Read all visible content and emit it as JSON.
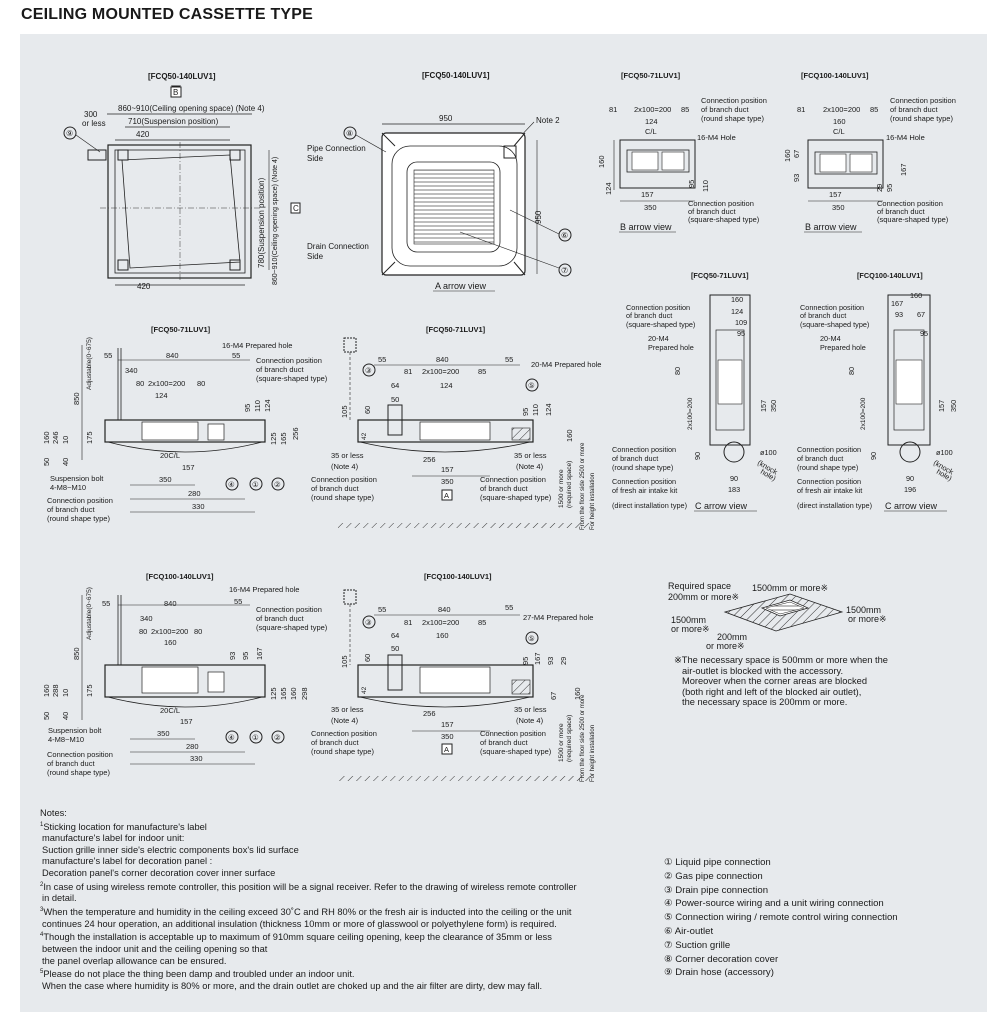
{
  "page_title": "CEILING MOUNTED CASSETTE TYPE",
  "models": {
    "top_left": "[FCQ50-140LUV1]",
    "top_mid": "[FCQ50-140LUV1]",
    "b_view_50": "[FCQ50-71LUV1]",
    "b_view_100": "[FCQ100-140LUV1]",
    "c_view_50": "[FCQ50-71LUV1]",
    "c_view_100": "[FCQ100-140LUV1]",
    "side_50_left": "[FCQ50-71LUV1]",
    "side_50_right": "[FCQ50-71LUV1]",
    "side_100_left": "[FCQ100-140LUV1]",
    "side_100_right": "[FCQ100-140LUV1]"
  },
  "plan": {
    "b_marker": "B",
    "c_marker": "C",
    "opening_space": "860~910(Ceiling opening space) (Note 4)",
    "opening_space_v": "860~910(Ceiling opening space) (Note 4)",
    "suspension_h": "710(Suspension position)",
    "suspension_v": "780(Suspension position)",
    "dim_300": "300",
    "or_less": "or less",
    "dim_420_top": "420",
    "dim_420_bottom": "420",
    "callout_9": "⑨"
  },
  "front": {
    "dim_950_h": "950",
    "dim_950_v": "950",
    "note2": "Note 2",
    "pipe_side_1": "Pipe Connection",
    "pipe_side_2": "Side",
    "drain_side_1": "Drain Connection",
    "drain_side_2": "Side",
    "callout_8": "⑧",
    "callout_6": "⑥",
    "callout_7": "⑦",
    "caption": "A arrow view"
  },
  "bview": {
    "d81": "81",
    "d2x100": "2x100=200",
    "d85": "85",
    "d124": "124",
    "d160": "160",
    "cl": "C/L",
    "hole": "16-M4 Hole",
    "d157": "157",
    "d350": "350",
    "d95": "95",
    "d110": "110",
    "d67": "67",
    "d93": "93",
    "d29": "29",
    "d167": "167",
    "round_1": "Connection position",
    "round_2": "of branch duct",
    "round_3": "(round shape type)",
    "sq_1": "Connection position",
    "sq_2": "of branch duct",
    "sq_3": "(square-shaped type)",
    "caption": "B arrow view"
  },
  "cview": {
    "sq_1": "Connection position",
    "sq_2": "of branch duct",
    "sq_3": "(square-shaped type)",
    "prep_1": "20-M4",
    "prep_2": "Prepared hole",
    "round_1": "Connection position",
    "round_2": "of branch duct",
    "round_3": "(round shape type)",
    "fresh_1": "Connection position",
    "fresh_2": "of fresh air intake kit",
    "fresh_3": "(direct installation type)",
    "knock_1": "ø100",
    "knock_2": "(knock",
    "knock_3": "hole)",
    "d160": "160",
    "d124": "124",
    "d109": "109",
    "d95": "95",
    "d167": "167",
    "d93": "93",
    "d67": "67",
    "d157": "157",
    "d350": "350",
    "d90": "90",
    "d183": "183",
    "d196": "196",
    "d80": "80",
    "d2x100": "2x100=200",
    "caption": "C arrow view"
  },
  "side_left": {
    "d55": "55",
    "d840": "840",
    "d340": "340",
    "d80": "80",
    "d2x100": "2x100=200",
    "d124": "124",
    "d160": "160",
    "hole_16": "16-M4 Prepared hole",
    "sq_1": "Connection position",
    "sq_2": "of branch duct",
    "sq_3": "(square-shaped type)",
    "adjustable": "Adjustable(0~675)",
    "d850": "850",
    "d246": "246",
    "d288": "288",
    "d10": "10",
    "d175": "175",
    "d50": "50",
    "d40": "40",
    "d20cl": "20C/L",
    "d157": "157",
    "d350": "350",
    "d280": "280",
    "d330": "330",
    "d95": "95",
    "d110": "110",
    "d124v": "124",
    "d167": "167",
    "d93": "93",
    "d125": "125",
    "d165": "165",
    "d256": "256",
    "d298": "298",
    "susp_1": "Suspension bolt",
    "susp_2": "4-M8~M10",
    "round_1": "Connection position",
    "round_2": "of branch duct",
    "round_3": "(round shape type)",
    "c4": "④",
    "c1": "①",
    "c2": "②"
  },
  "side_right": {
    "d55": "55",
    "d840": "840",
    "d81": "81",
    "d2x100": "2x100=200",
    "d85": "85",
    "d64": "64",
    "d124": "124",
    "d160": "160",
    "d50": "50",
    "d105": "105",
    "d60": "60",
    "d42": "42",
    "hole_20": "20-M4 Prepared hole",
    "hole_27": "27-M4 Prepared hole",
    "c3": "③",
    "c5": "⑤",
    "d35": "35 or less",
    "note4": "(Note 4)",
    "d256": "256",
    "d157": "157",
    "d350": "350",
    "a_marker": "A",
    "round_1": "Connection position",
    "round_2": "of branch duct",
    "round_3": "(round shape type)",
    "sq_1": "Connection position",
    "sq_2": "of branch duct",
    "sq_3": "(square-shaped type)",
    "height_1": "1500 or more",
    "height_2": "(required space)",
    "height_3": "From the floor side 2500 or more",
    "height_4": "For height installation",
    "d95": "95",
    "d110": "110",
    "d167": "167",
    "d93": "93",
    "d29": "29",
    "d67": "67"
  },
  "required_space": {
    "title": "Required space",
    "top": "1500mm or more※",
    "left_top": "200mm or more※",
    "right": "1500mm",
    "right2": "or more※",
    "left": "1500mm",
    "left2": "or more※",
    "bottom": "200mm",
    "bottom2": "or more※",
    "note": [
      "※The necessary space is 500mm or more when the",
      "air-outlet is blocked with the accessory.",
      "Moreover when the corner areas are blocked",
      "(both right and left of the blocked air outlet),",
      "the necessary space is 200mm or more."
    ]
  },
  "notes": {
    "heading": "Notes:",
    "lines": [
      "Sticking location for manufacture's label",
      "manufacture's label for indoor unit:",
      "Suction grille inner side's electric components box's lid surface",
      "manufacture's label for decoration panel :",
      "Decoration panel's corner decoration cover inner surface",
      "In case of using wireless remote controller, this position will be a signal receiver. Refer to the drawing of wireless remote controller",
      "in detail.",
      "When the temperature and humidity in the ceiling exceed 30˚C and RH 80% or the fresh air is inducted into the ceiling or the unit",
      "continues 24 hour operation, an additional insulation (thickness 10mm or more of glasswool or polyethylene form) is required.",
      "Though the installation is acceptable up to maximum of 910mm square ceiling opening, keep the clearance of 35mm or less",
      "between the indoor unit and the ceiling opening so that",
      "the panel overlap allowance can be ensured.",
      "Please do not place the thing been damp and troubled under an indoor unit.",
      "When the case where humidity is 80% or more, and the drain outlet are choked up and the air filter are dirty, dew may fall."
    ],
    "marks": [
      "1",
      "2",
      "3",
      "4",
      "5"
    ]
  },
  "legend": [
    "① Liquid pipe connection",
    "② Gas pipe connection",
    "③ Drain pipe connection",
    "④ Power-source wiring and a unit wiring connection",
    "⑤ Connection wiring / remote control wiring connection",
    "⑥ Air-outlet",
    "⑦ Suction grille",
    "⑧ Corner decoration cover",
    "⑨ Drain hose (accessory)"
  ]
}
